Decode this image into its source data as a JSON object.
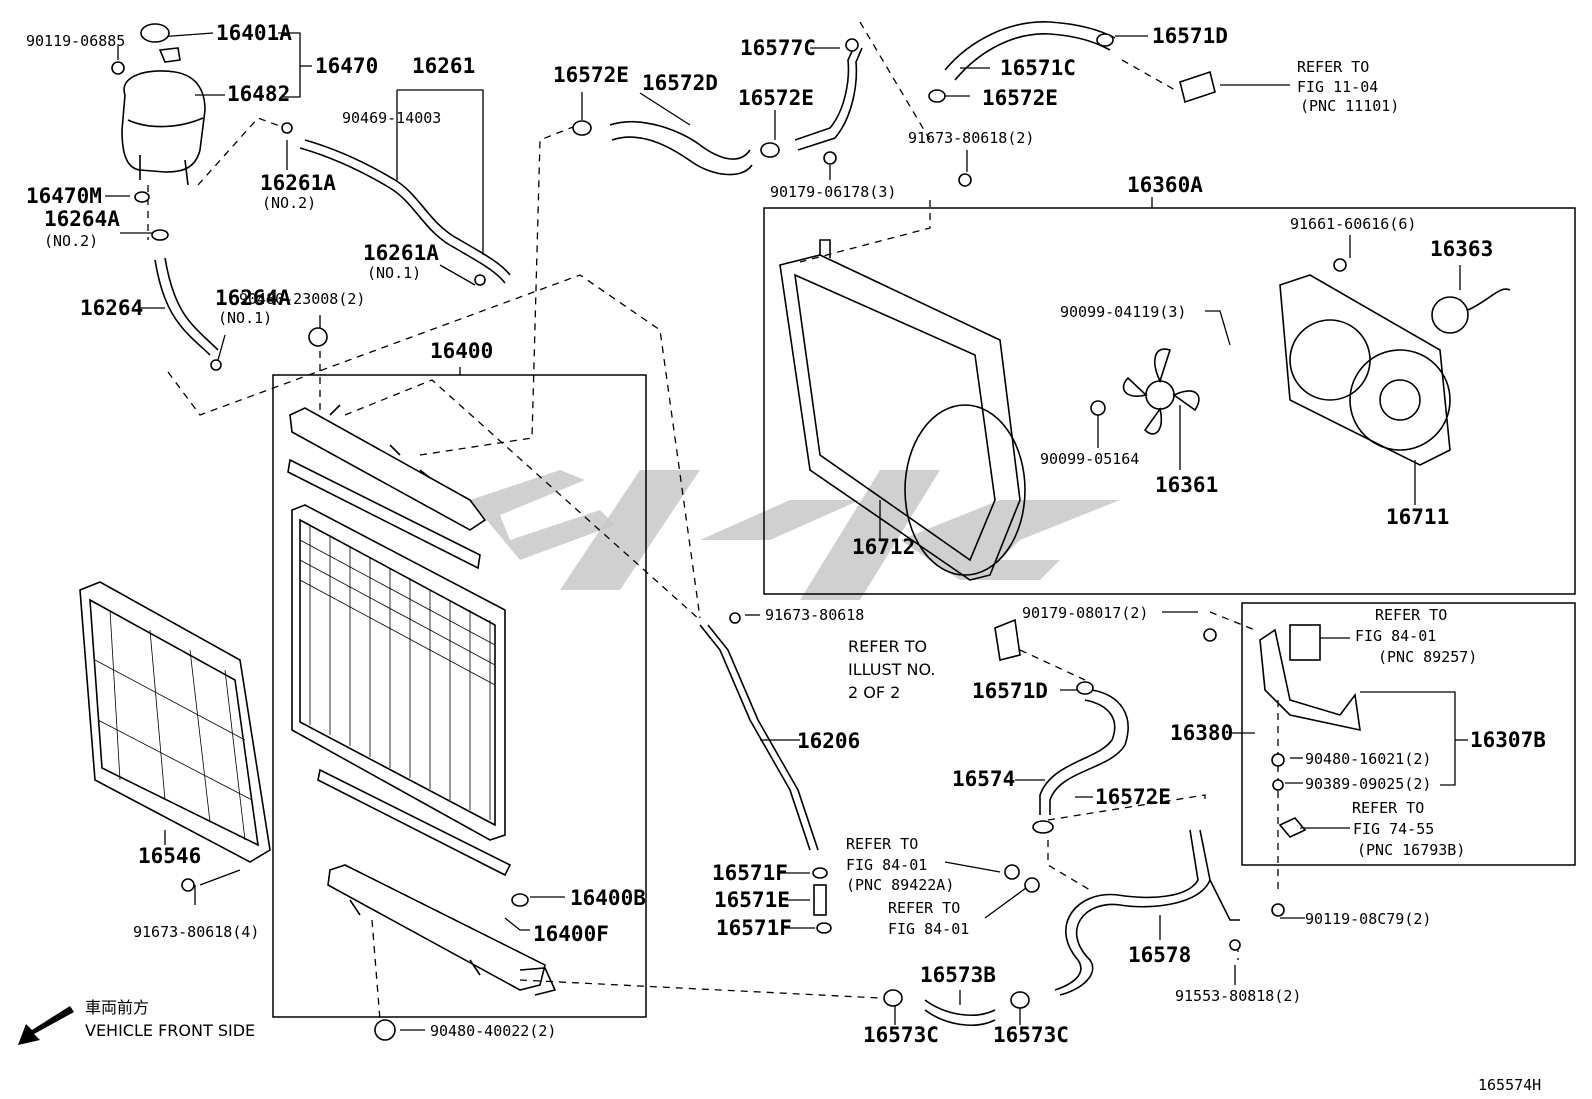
{
  "labels": {
    "p90119_06885": "90119-06885",
    "p16401A": "16401A",
    "p16470": "16470",
    "p16482": "16482",
    "p16261": "16261",
    "p90469_14003": "90469-14003",
    "p16261A_a": "16261A",
    "p_no2_a": "(NO.2)",
    "p16470M": "16470M",
    "p16264A": "16264A",
    "p_no2_b": "(NO.2)",
    "p16261A_b": "16261A",
    "p_no1_a": "(NO.1)",
    "p16264": "16264",
    "p16264A_b": "16264A",
    "p90480_23008": "90480-23008(2)",
    "p_no1_b": "(NO.1)",
    "p16400": "16400",
    "p16572E_a": "16572E",
    "p16572D": "16572D",
    "p16577C": "16577C",
    "p16572E_b": "16572E",
    "p90179_06178": "90179-06178(3)",
    "p16571C": "16571C",
    "p16572E_c": "16572E",
    "p16571D_a": "16571D",
    "p91673_80618_2": "91673-80618(2)",
    "refer_1104_a": "REFER TO",
    "refer_1104_b": "FIG 11-04",
    "refer_1104_c": "(PNC 11101)",
    "p16360A": "16360A",
    "p91661_60616": "91661-60616(6)",
    "p16363": "16363",
    "p90099_04119": "90099-04119(3)",
    "p90099_05164": "90099-05164",
    "p16361": "16361",
    "p16711": "16711",
    "p16712": "16712",
    "p91673_80618": "91673-80618",
    "p90179_08017": "90179-08017(2)",
    "refer_illust_a": "REFER TO",
    "refer_illust_b": "ILLUST NO.",
    "refer_illust_c": "2 OF 2",
    "p16571D_b": "16571D",
    "refer_8401_a1": "REFER TO",
    "refer_8401_a2": "FIG 84-01",
    "refer_8401_a3": "(PNC 89257)",
    "p16380": "16380",
    "p16307B": "16307B",
    "p90480_16021": "90480-16021(2)",
    "p90389_09025": "90389-09025(2)",
    "refer_7455_a": "REFER TO",
    "refer_7455_b": "FIG 74-55",
    "refer_7455_c": "(PNC 16793B)",
    "p16206": "16206",
    "p16574": "16574",
    "p16572E_d": "16572E",
    "refer_8401_b1": "REFER TO",
    "refer_8401_b2": "FIG 84-01",
    "refer_8401_b3": "(PNC 89422A)",
    "refer_8401_c1": "REFER TO",
    "refer_8401_c2": "FIG 84-01",
    "p16571F_a": "16571F",
    "p16571E": "16571E",
    "p16571F_b": "16571F",
    "p90119_08C79": "90119-08C79(2)",
    "p16578": "16578",
    "p91553_80818": "91553-80818(2)",
    "p16573B": "16573B",
    "p16573C_a": "16573C",
    "p16573C_b": "16573C",
    "p16546": "16546",
    "p91673_80618_4": "91673-80618(4)",
    "p16400B": "16400B",
    "p16400F": "16400F",
    "p90480_40022": "90480-40022(2)",
    "front_jp": "車両前方",
    "front_en": "VEHICLE FRONT SIDE",
    "diagram_id": "165574H"
  }
}
